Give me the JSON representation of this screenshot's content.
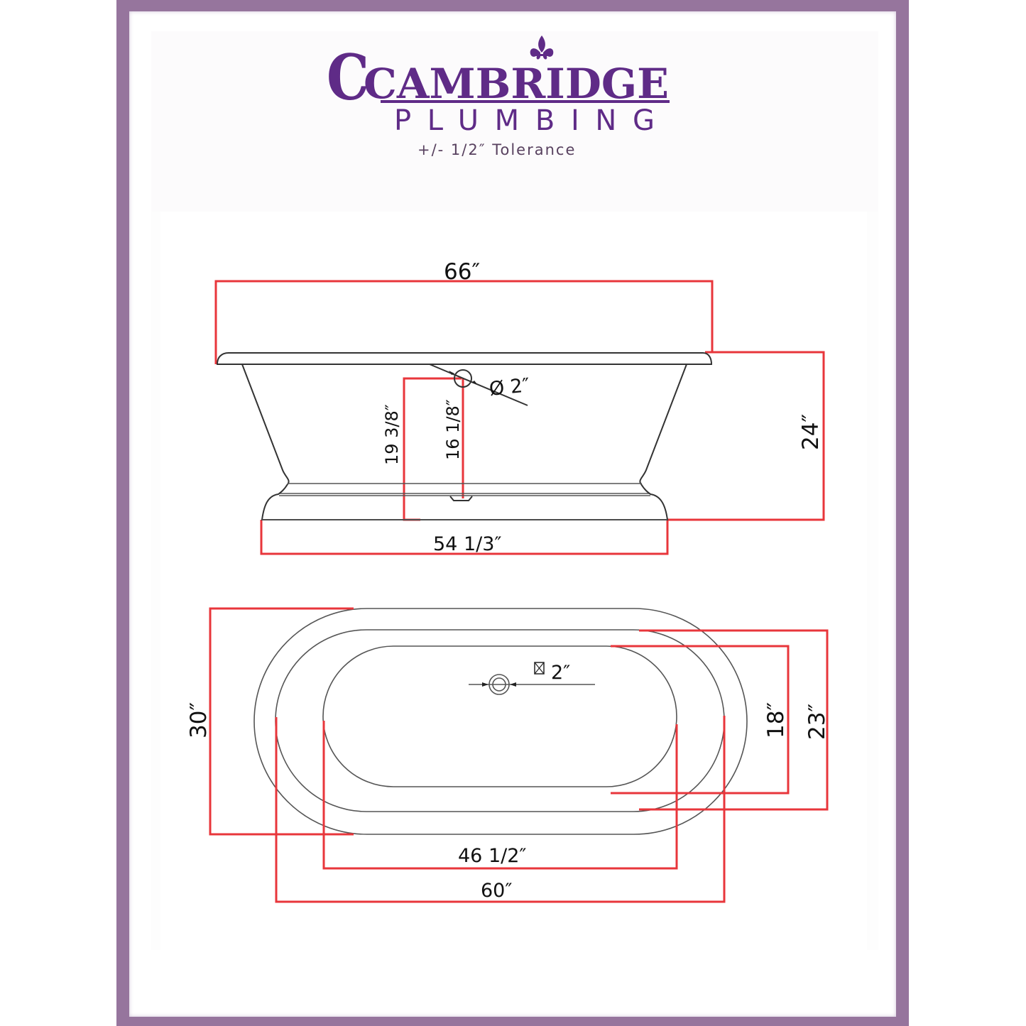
{
  "brand": {
    "name": "CAMBRIDGE",
    "sub": "PLUMBING",
    "tolerance_note": "+/- 1/2″ Tolerance",
    "colors": {
      "frame": "#96759d",
      "brand_purple": "#5f2b87",
      "dimension_red": "#e8363b",
      "outline": "#333333"
    },
    "logo_icon": "fleur-de-lis"
  },
  "side_view": {
    "dimensions": {
      "overall_length": "66″",
      "height": "24″",
      "base_length": "54 1/3″",
      "drain_height_overflow": "19 3/8″",
      "drain_height_floor": "16 1/8″",
      "overflow_diameter": "Ø 2″"
    }
  },
  "top_view": {
    "dimensions": {
      "overall_width": "30″",
      "inner_width_rim": "23″",
      "bottom_width": "18″",
      "bottom_length": "46 1/2″",
      "inner_length": "60″",
      "drain_size": "2″",
      "drain_symbol": "⊠"
    }
  }
}
